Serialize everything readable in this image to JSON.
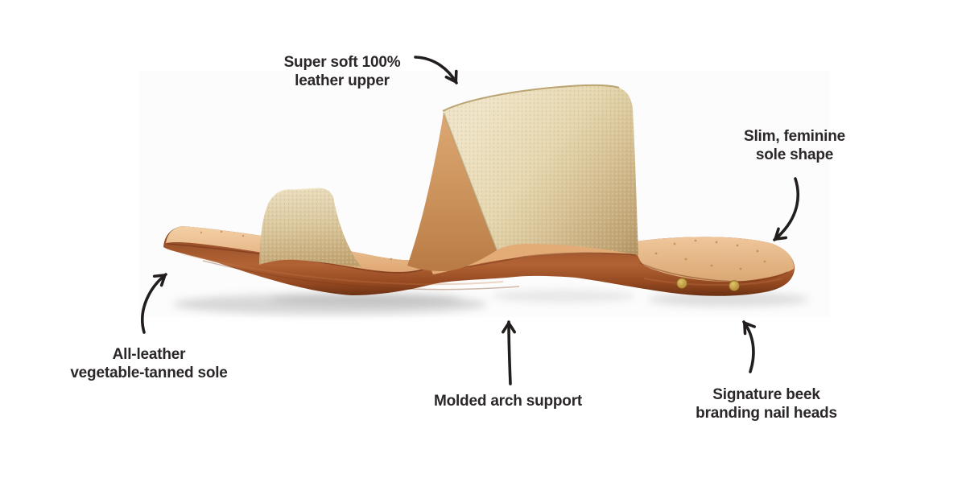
{
  "diagram": {
    "labels": {
      "upper": {
        "line1": "Super soft 100%",
        "line2": "leather upper"
      },
      "sole_shape": {
        "line1": "Slim, feminine",
        "line2": "sole shape"
      },
      "sole_material": {
        "line1": "All-leather",
        "line2": "vegetable-tanned sole"
      },
      "arch": {
        "line1": "Molded arch support"
      },
      "nail_heads": {
        "line1": "Signature beek",
        "line2": "branding nail heads"
      }
    },
    "colors": {
      "text": "#2b2728",
      "arrow": "#221e1e",
      "page_background": "#ffffff",
      "photo_background": "#fcfcfc",
      "sole_brown": "#9a5128",
      "insole_tan": "#efc496",
      "strap_gold": "#d8c49c",
      "nail_brass": "#c8a246"
    }
  }
}
